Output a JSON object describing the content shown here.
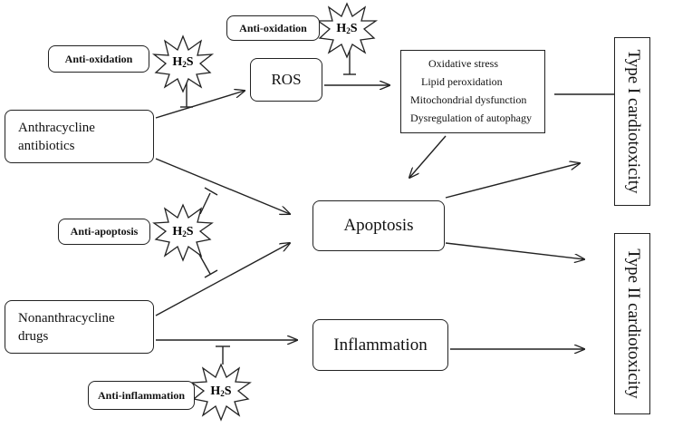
{
  "drugs": {
    "anthracycline_line1": "Anthracycline",
    "anthracycline_line2": "antibiotics",
    "nonanthracycline_line1": "Nonanthracycline",
    "nonanthracycline_line2": "drugs"
  },
  "mechanisms": {
    "ros": "ROS",
    "apoptosis": "Apoptosis",
    "inflammation": "Inflammation"
  },
  "effects": [
    "Oxidative stress",
    "Lipid peroxidation",
    "Mitochondrial dysfunction",
    "Dysregulation of autophagy"
  ],
  "outcomes": {
    "type1": "Type I cardiotoxicity",
    "type2": "Type II cardiotoxicity"
  },
  "protective_roles": {
    "anti_oxidation_1": "Anti-oxidation",
    "anti_oxidation_2": "Anti-oxidation",
    "anti_apoptosis": "Anti-apoptosis",
    "anti_inflammation": "Anti-inflammation"
  },
  "h2s": {
    "prefix": "H",
    "subscript": "2",
    "suffix": "S"
  }
}
